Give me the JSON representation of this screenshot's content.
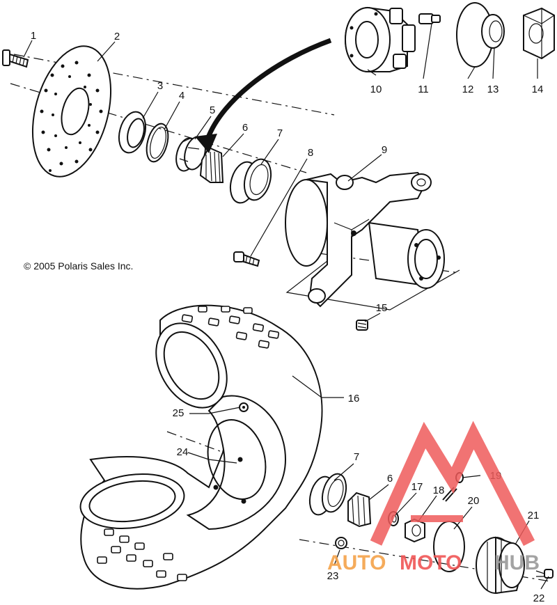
{
  "copyright": "© 2005 Polaris Sales Inc.",
  "callouts": [
    "1",
    "2",
    "3",
    "4",
    "5",
    "6",
    "7",
    "8",
    "9",
    "10",
    "11",
    "12",
    "13",
    "14",
    "15",
    "16",
    "7",
    "6",
    "17",
    "18",
    "19",
    "20",
    "21",
    "22",
    "23",
    "24",
    "25"
  ],
  "watermark": {
    "text_left": "AUTO",
    "text_mid": "MOTO",
    "text_right": "HUB",
    "color_left": "#f4a24a",
    "color_mid": "#f05656",
    "color_right": "#9a9a9a"
  }
}
